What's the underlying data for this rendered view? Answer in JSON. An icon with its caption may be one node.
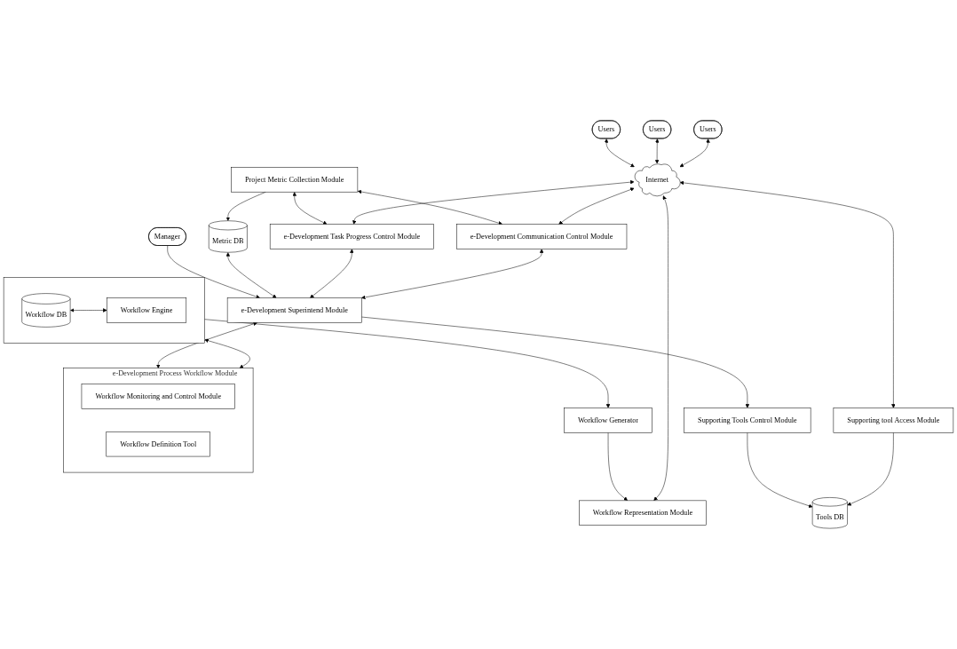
{
  "diagram": {
    "nodes": [
      {
        "text": [
          "Users"
        ]
      },
      {
        "text": [
          "Users"
        ]
      },
      {
        "text": [
          "Users"
        ]
      },
      {
        "text": [
          "Internet"
        ]
      },
      {
        "text": [
          "Workflow Representation Module"
        ]
      },
      {
        "text": [
          "Project Metric Collection Module"
        ]
      },
      {
        "text": [
          "Supporting tool Access Module"
        ]
      },
      {
        "text": [
          "Workflow Generator"
        ]
      },
      {
        "text": [
          "e-Development Communication Control Module"
        ]
      },
      {
        "text": [
          "e-Development Task Progress Control Module"
        ]
      },
      {
        "text": [
          "Tools DB"
        ]
      },
      {
        "text": [],
        "shape": "box"
      },
      {
        "text": [
          "Workflow DB"
        ],
        "in": 11
      },
      {
        "text": [
          "Workflow Engine"
        ],
        "in": 11
      },
      {
        "text": [
          "Metric DB"
        ]
      },
      {
        "text": [
          "Supporting Tools Control Module"
        ]
      },
      {
        "text": [
          "e-Development Process Workflow Module"
        ]
      },
      {
        "text": [
          "Workflow Monitoring and Control Module"
        ],
        "in": 16
      },
      {
        "text": [
          "Workflow Definition Tool"
        ],
        "in": 16
      },
      {
        "text": [
          "e-Development Superintend Module"
        ]
      },
      {
        "text": [
          "Manager"
        ]
      }
    ],
    "edges": [
      {
        "from": 1,
        "to": 3,
        "arrow": "both"
      },
      {
        "from": 0,
        "to": 3,
        "arrow": "both"
      },
      {
        "from": 2,
        "to": 3,
        "arrow": "both"
      },
      {
        "from": 3,
        "to": 8,
        "arrow": "both"
      },
      {
        "from": 3,
        "to": 9,
        "arrow": "both"
      },
      {
        "from": 3,
        "to": 6,
        "arrow": "both"
      },
      {
        "from": 3,
        "to": 4,
        "arrow": "both"
      },
      {
        "from": 7,
        "to": 4,
        "arrow": "to"
      },
      {
        "from": 11,
        "to": 7,
        "arrow": "to"
      },
      {
        "from": 12,
        "to": 13,
        "arrow": "both"
      },
      {
        "from": 5,
        "to": 8,
        "arrow": "both"
      },
      {
        "from": 5,
        "to": 9,
        "arrow": "both"
      },
      {
        "from": 5,
        "to": 14,
        "arrow": "to"
      },
      {
        "from": 6,
        "to": 10,
        "arrow": "to"
      },
      {
        "from": 15,
        "to": 10,
        "arrow": "to"
      },
      {
        "from": 11,
        "to": 16,
        "arrow": "both"
      },
      {
        "from": 8,
        "to": 19,
        "arrow": "both"
      },
      {
        "from": 9,
        "to": 19,
        "arrow": "both"
      },
      {
        "from": 14,
        "to": 19,
        "arrow": "both"
      },
      {
        "from": 19,
        "to": 15,
        "arrow": "to"
      },
      {
        "from": 19,
        "to": 16,
        "arrow": "both"
      },
      {
        "from": 20,
        "to": 19,
        "arrow": "to"
      }
    ]
  }
}
